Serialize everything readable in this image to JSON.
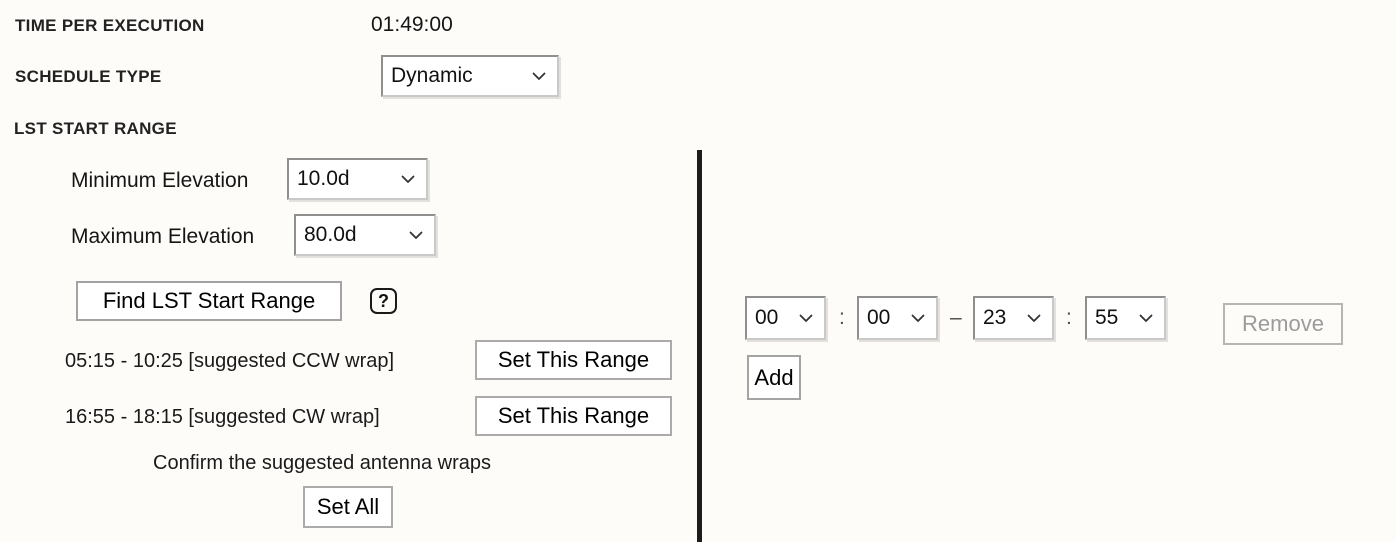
{
  "header": {
    "time_per_execution_label": "TIME PER EXECUTION",
    "time_per_execution_value": "01:49:00",
    "schedule_type_label": "SCHEDULE TYPE",
    "schedule_type_value": "Dynamic"
  },
  "lst_section": {
    "title": "LST START RANGE",
    "min_elevation_label": "Minimum Elevation",
    "min_elevation_value": "10.0d",
    "max_elevation_label": "Maximum Elevation",
    "max_elevation_value": "80.0d",
    "find_button_label": "Find LST Start Range",
    "help_icon_glyph": "?",
    "suggestions": [
      {
        "range": "05:15 - 10:25 [suggested CCW wrap]",
        "button_label": "Set This Range"
      },
      {
        "range": "16:55 - 18:15 [suggested CW wrap]",
        "button_label": "Set This Range"
      }
    ],
    "confirm_text": "Confirm the suggested antenna wraps",
    "set_all_label": "Set All"
  },
  "time_range_editor": {
    "start_hour": "00",
    "start_minute": "00",
    "end_hour": "23",
    "end_minute": "55",
    "colon": ":",
    "dash": "–",
    "remove_label": "Remove",
    "add_label": "Add"
  },
  "colors": {
    "background": "#fefcf9",
    "divider": "#1c1c1c",
    "disabled_text": "#9b9b9b",
    "select_border_dark": "#8f8f8f",
    "select_border_light": "#c9c9c9"
  }
}
